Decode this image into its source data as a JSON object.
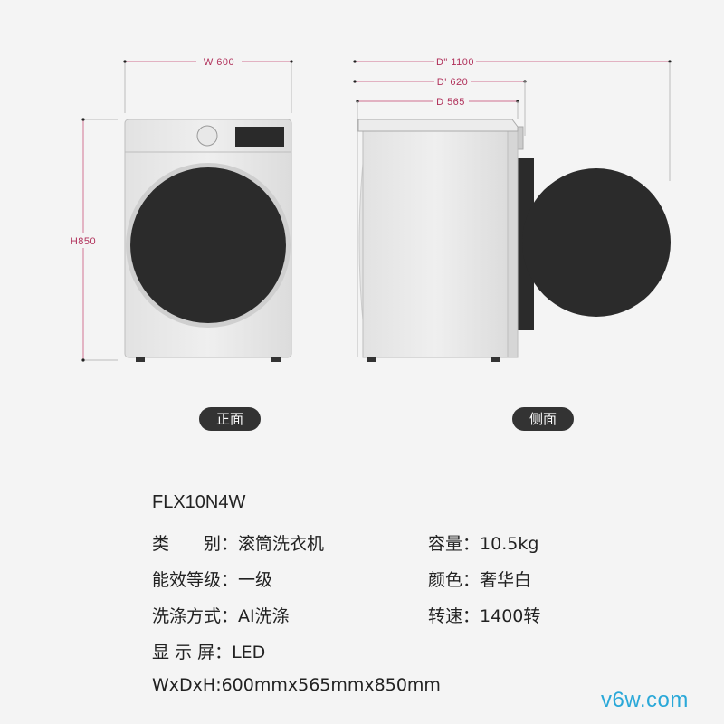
{
  "dimensions": {
    "width": "W 600",
    "height": "H850",
    "depth_total": "D\" 1100",
    "depth_door": "D' 620",
    "depth_body": "D 565"
  },
  "views": {
    "front": "正面",
    "side": "侧面"
  },
  "model": "FLX10N4W",
  "specs": {
    "category_label": "类　　别：",
    "category_value": "滚筒洗衣机",
    "capacity_label": "容量：",
    "capacity_value": "10.5kg",
    "energy_label": "能效等级：",
    "energy_value": "一级",
    "color_label": "颜色：",
    "color_value": "奢华白",
    "wash_label": "洗涤方式：",
    "wash_value": "AI洗涤",
    "speed_label": "转速：",
    "speed_value": "1400转",
    "display_label": "显 示 屏：",
    "display_value": "LED",
    "size_label": "WxDxH:",
    "size_value": "600mmx565mmx850mm"
  },
  "watermark": "v6w.com"
}
